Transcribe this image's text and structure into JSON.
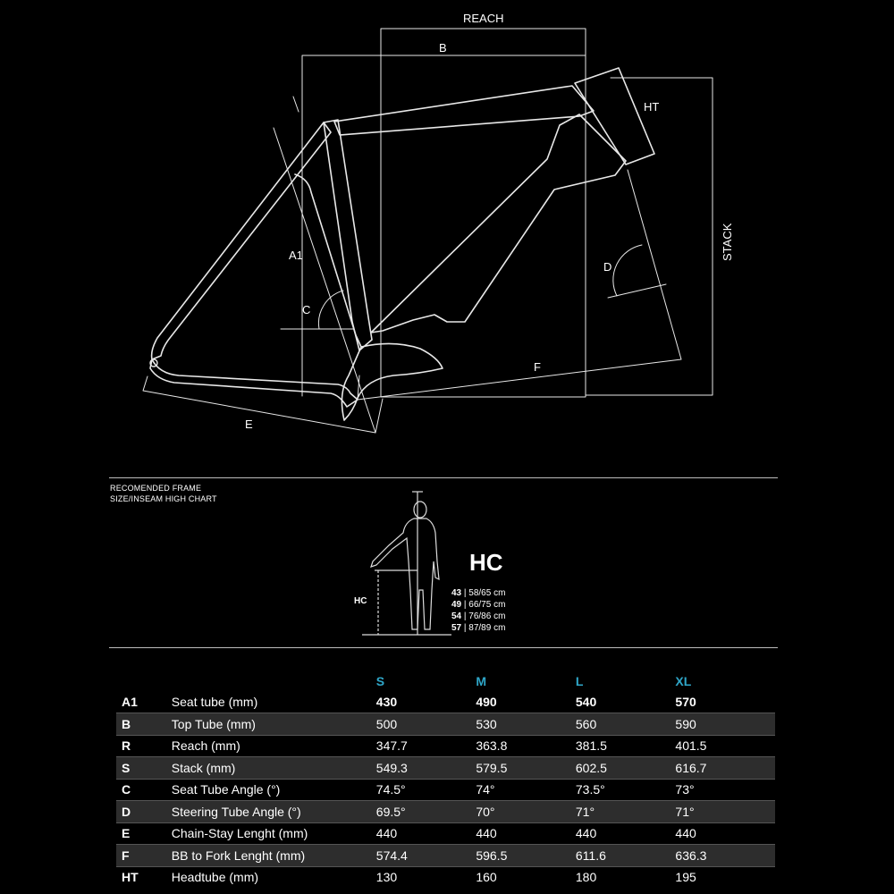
{
  "diagram": {
    "labels": {
      "reach": "REACH",
      "b": "B",
      "ht": "HT",
      "stack": "STACK",
      "a1": "A1",
      "c": "C",
      "d": "D",
      "f": "F",
      "e": "E"
    }
  },
  "size_chart": {
    "title_line1": "RECOMENDED FRAME",
    "title_line2": "SIZE/INSEAM HIGH CHART",
    "hc_big": "HC",
    "hc_small": "HC",
    "sizes": [
      {
        "size": "43",
        "range": " | 58/65 cm"
      },
      {
        "size": "49",
        "range": " | 66/75 cm"
      },
      {
        "size": "54",
        "range": " | 76/86 cm"
      },
      {
        "size": "57",
        "range": " | 87/89 cm"
      }
    ]
  },
  "geometry_table": {
    "columns": [
      "S",
      "M",
      "L",
      "XL"
    ],
    "header_color": "#2fa7c9",
    "rows": [
      {
        "code": "A1",
        "label": "Seat tube (mm)",
        "values": [
          "430",
          "490",
          "540",
          "570"
        ]
      },
      {
        "code": "B",
        "label": "Top Tube (mm)",
        "values": [
          "500",
          "530",
          "560",
          "590"
        ]
      },
      {
        "code": "R",
        "label": "Reach (mm)",
        "values": [
          "347.7",
          "363.8",
          "381.5",
          "401.5"
        ]
      },
      {
        "code": "S",
        "label": "Stack (mm)",
        "values": [
          "549.3",
          "579.5",
          "602.5",
          "616.7"
        ]
      },
      {
        "code": "C",
        "label": "Seat Tube Angle (°)",
        "values": [
          "74.5°",
          "74°",
          "73.5°",
          "73°"
        ]
      },
      {
        "code": "D",
        "label": "Steering Tube Angle (°)",
        "values": [
          "69.5°",
          "70°",
          "71°",
          "71°"
        ]
      },
      {
        "code": "E",
        "label": "Chain-Stay Lenght (mm)",
        "values": [
          "440",
          "440",
          "440",
          "440"
        ]
      },
      {
        "code": "F",
        "label": "BB to Fork Lenght (mm)",
        "values": [
          "574.4",
          "596.5",
          "611.6",
          "636.3"
        ]
      },
      {
        "code": "HT",
        "label": "Headtube (mm)",
        "values": [
          "130",
          "160",
          "180",
          "195"
        ]
      }
    ]
  }
}
